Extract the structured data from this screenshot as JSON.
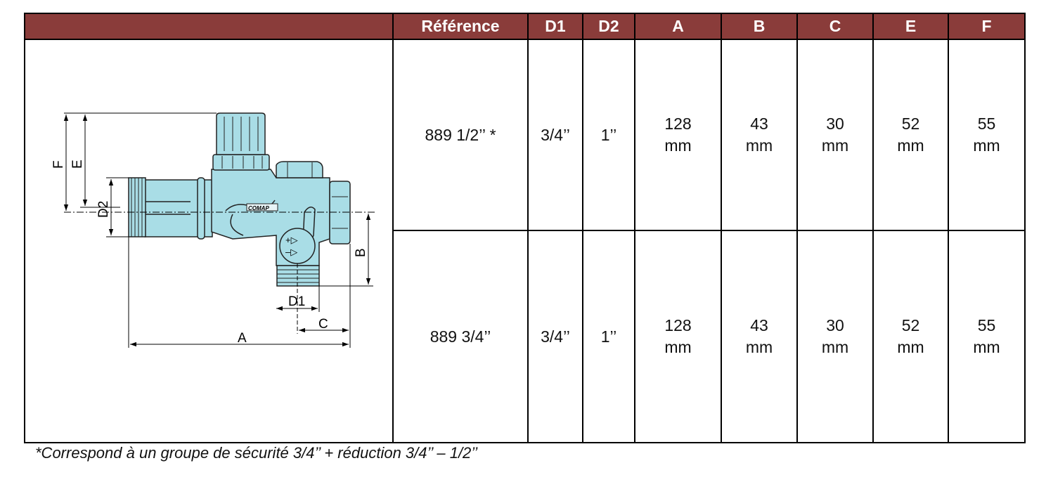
{
  "table": {
    "headers": [
      "Référence",
      "D1",
      "D2",
      "A",
      "B",
      "C",
      "E",
      "F"
    ],
    "rows": [
      {
        "ref": "889 1/2’’ *",
        "d1": "3/4’’",
        "d2": "1’’",
        "a": "128",
        "a_unit": "mm",
        "b": "43",
        "b_unit": "mm",
        "c": "30",
        "c_unit": "mm",
        "e": "52",
        "e_unit": "mm",
        "f": "55",
        "f_unit": "mm"
      },
      {
        "ref": "889 3/4’’",
        "d1": "3/4’’",
        "d2": "1’’",
        "a": "128",
        "a_unit": "mm",
        "b": "43",
        "b_unit": "mm",
        "c": "30",
        "c_unit": "mm",
        "e": "52",
        "e_unit": "mm",
        "f": "55",
        "f_unit": "mm"
      }
    ]
  },
  "diagram": {
    "labels": {
      "F": "F",
      "E": "E",
      "D2": "D2",
      "B": "B",
      "D1": "D1",
      "C": "C",
      "A": "A"
    },
    "brand": "COMAP",
    "handle_plus": "+▷",
    "handle_minus": "–▷"
  },
  "colors": {
    "header_bg": "#8a3c3a",
    "valve_fill": "#a9dde6"
  },
  "footnote": "*Correspond à un groupe de sécurité 3/4’’ + réduction 3/4’’ – 1/2’’"
}
